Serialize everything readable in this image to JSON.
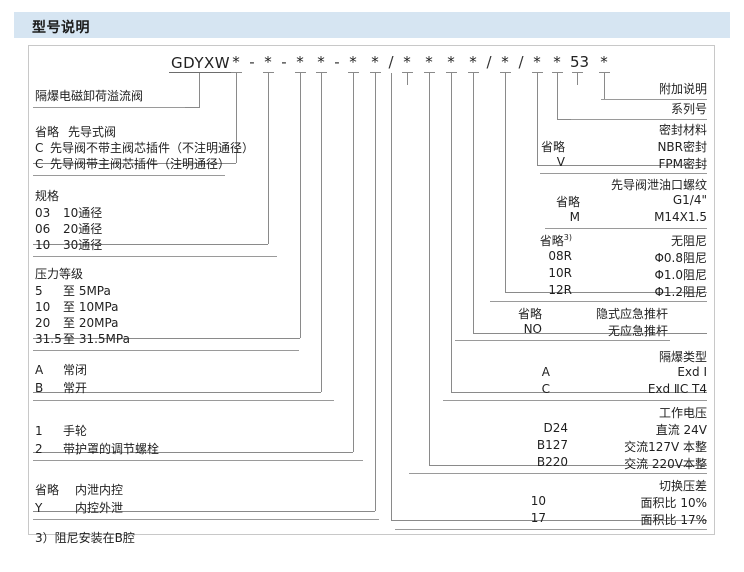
{
  "header": {
    "title": "型号说明"
  },
  "code": {
    "prefix": "GDYXW",
    "glyphs": [
      "*",
      "-",
      "*",
      "-",
      "*",
      "*",
      "-",
      "*",
      "*",
      "/",
      "*",
      "*",
      "*",
      "*",
      "/",
      "*",
      "/",
      "*",
      "*",
      "53",
      "*"
    ]
  },
  "left_blocks": [
    {
      "name": "product-name",
      "lines": [
        "隔爆电磁卸荷溢流阀"
      ]
    },
    {
      "name": "pilot-type",
      "lines": [
        {
          "code": "省略",
          "desc": "先导式阀"
        },
        {
          "code": "C",
          "desc": "先导阀不带主阀芯插件（不注明通径）"
        },
        {
          "code": "C",
          "desc": "先导阀带主阀芯插件（注明通径）"
        }
      ]
    },
    {
      "name": "size",
      "title": "规格",
      "lines": [
        {
          "code": "03",
          "desc": "10通径"
        },
        {
          "code": "06",
          "desc": "20通径"
        },
        {
          "code": "10",
          "desc": "30通径"
        }
      ]
    },
    {
      "name": "pressure-grade",
      "title": "压力等级",
      "lines": [
        {
          "code": "5",
          "desc": "至  5MPa"
        },
        {
          "code": "10",
          "desc": "至 10MPa"
        },
        {
          "code": "20",
          "desc": "至 20MPa"
        },
        {
          "code": "31.5",
          "desc": "至 31.5MPa"
        }
      ]
    },
    {
      "name": "normal-state",
      "lines": [
        {
          "code": "A",
          "desc": "常闭"
        },
        {
          "code": "B",
          "desc": "常开"
        }
      ]
    },
    {
      "name": "adjust-type",
      "lines": [
        {
          "code": "1",
          "desc": "手轮"
        },
        {
          "code": "2",
          "desc": "带护罩的调节螺栓"
        }
      ]
    },
    {
      "name": "drain-control",
      "lines": [
        {
          "code": "省略",
          "desc": "内泄内控"
        },
        {
          "code": "Y",
          "desc": "内控外泄"
        }
      ]
    }
  ],
  "footnote": "3）阻尼安装在B腔",
  "right_blocks": [
    {
      "name": "additional-note",
      "title": "附加说明",
      "rows": []
    },
    {
      "name": "series-number",
      "title": "系列号",
      "rows": []
    },
    {
      "name": "seal-material",
      "title": "密封材料",
      "rows": [
        {
          "code": "省略",
          "desc": "NBR密封"
        },
        {
          "code": "V",
          "desc": "FPM密封"
        }
      ]
    },
    {
      "name": "pilot-drain-thread",
      "title": "先导阀泄油口螺纹",
      "rows": [
        {
          "code": "省略",
          "desc": "G1/4\""
        },
        {
          "code": "M",
          "desc": "M14X1.5"
        }
      ]
    },
    {
      "name": "damping",
      "title": "",
      "rows": [
        {
          "code": "省略3)",
          "desc": "无阻尼"
        },
        {
          "code": "08R",
          "desc": "Φ0.8阻尼"
        },
        {
          "code": "10R",
          "desc": "Φ1.0阻尼"
        },
        {
          "code": "12R",
          "desc": "Φ1.2阻尼"
        }
      ]
    },
    {
      "name": "emergency-rod",
      "title": "",
      "rows": [
        {
          "code": "省略",
          "desc": "隐式应急推杆"
        },
        {
          "code": "NO",
          "desc": "无应急推杆"
        }
      ]
    },
    {
      "name": "explosion-proof-type",
      "title": "隔爆类型",
      "rows": [
        {
          "code": "A",
          "desc": "Exd Ⅰ"
        },
        {
          "code": "C",
          "desc": "Exd ⅡC T4"
        }
      ]
    },
    {
      "name": "working-voltage",
      "title": "工作电压",
      "rows": [
        {
          "code": "D24",
          "desc": "直流 24V"
        },
        {
          "code": "B127",
          "desc": "交流127V 本整"
        },
        {
          "code": "B220",
          "desc": "交流 220V本整"
        }
      ]
    },
    {
      "name": "switch-pressure-diff",
      "title": "切换压差",
      "rows": [
        {
          "code": "10",
          "desc": "面积比  10%"
        },
        {
          "code": "17",
          "desc": "面积比  17%"
        }
      ]
    }
  ],
  "colors": {
    "header_band": "#d6e5f2",
    "line": "#8a8a8a",
    "frame": "#c8c8c8",
    "text": "#1f1f1f"
  }
}
